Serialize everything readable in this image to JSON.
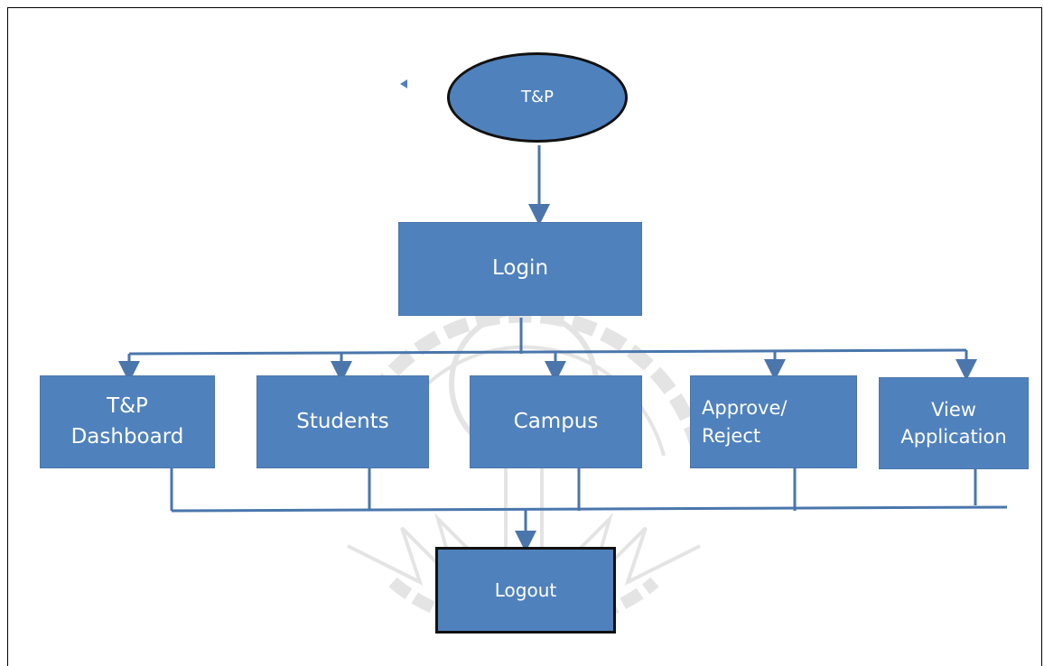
{
  "nodes": {
    "root": "T&P",
    "login": "Login",
    "dashboard": [
      "T&P",
      "Dashboard"
    ],
    "students": "Students",
    "campus": "Campus",
    "approve": [
      "Approve/",
      "Reject"
    ],
    "view": [
      "View",
      "Application"
    ],
    "logout": "Logout"
  },
  "colors": {
    "box_fill": "#4f81bd",
    "connector": "#4a76ac",
    "outline": "#111111"
  }
}
